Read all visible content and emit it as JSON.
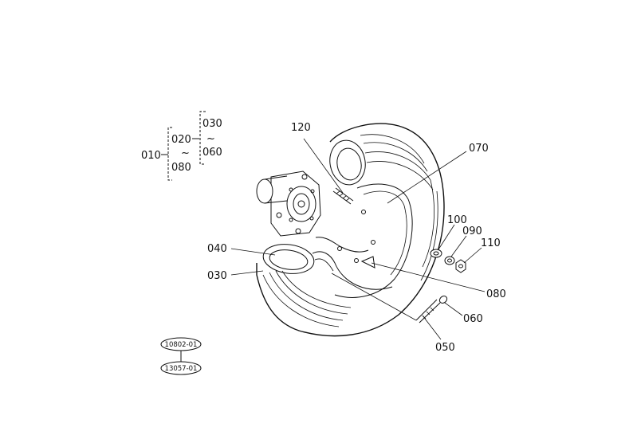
{
  "tree": {
    "root": "010",
    "mid_top": "020",
    "tilde_a": "~",
    "mid_bottom": "080",
    "right_top": "030",
    "tilde_b": "~",
    "right_bottom": "060"
  },
  "callouts": {
    "c120": "120",
    "c070": "070",
    "c040": "040",
    "c030": "030",
    "c100": "100",
    "c090": "090",
    "c110": "110",
    "c080": "080",
    "c060": "060",
    "c050": "050"
  },
  "refs": {
    "top": "10802-01",
    "bottom": "13057-01"
  }
}
